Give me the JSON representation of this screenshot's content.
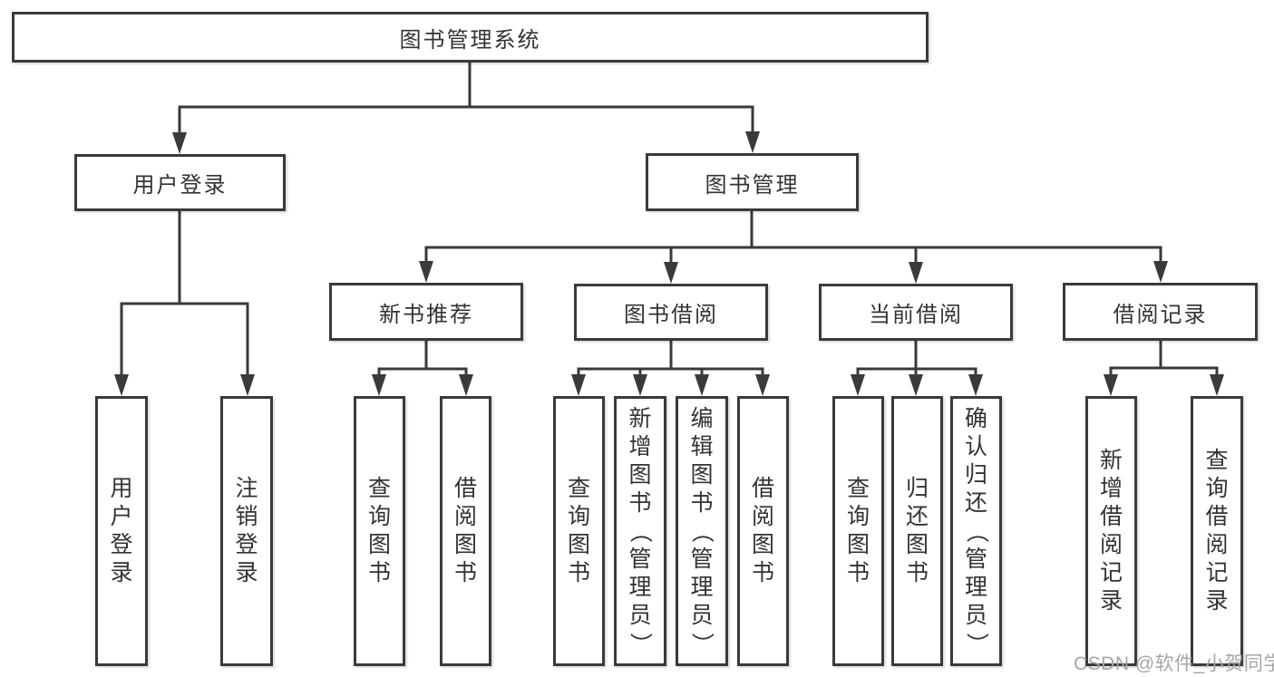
{
  "diagram": {
    "title": "图书管理系统",
    "nodes": {
      "root": {
        "label": "图书管理系统"
      },
      "branches": [
        {
          "label": "用户登录",
          "parent": "图书管理系统"
        },
        {
          "label": "图书管理",
          "parent": "图书管理系统"
        }
      ],
      "modules": [
        {
          "label": "新书推荐",
          "parent": "图书管理"
        },
        {
          "label": "图书借阅",
          "parent": "图书管理"
        },
        {
          "label": "当前借阅",
          "parent": "图书管理"
        },
        {
          "label": "借阅记录",
          "parent": "图书管理"
        }
      ],
      "leaves": [
        {
          "label": "用户登录",
          "parent": "用户登录"
        },
        {
          "label": "注销登录",
          "parent": "用户登录"
        },
        {
          "label": "查询图书",
          "parent": "新书推荐"
        },
        {
          "label": "借阅图书",
          "parent": "新书推荐"
        },
        {
          "label": "查询图书",
          "parent": "图书借阅"
        },
        {
          "label": "新增图书（管理员）",
          "parent": "图书借阅"
        },
        {
          "label": "编辑图书（管理员）",
          "parent": "图书借阅"
        },
        {
          "label": "借阅图书",
          "parent": "图书借阅"
        },
        {
          "label": "查询图书",
          "parent": "当前借阅"
        },
        {
          "label": "归还图书",
          "parent": "当前借阅"
        },
        {
          "label": "确认归还（管理员）",
          "parent": "当前借阅"
        },
        {
          "label": "新增借阅记录",
          "parent": "借阅记录"
        },
        {
          "label": "查询借阅记录",
          "parent": "借阅记录"
        }
      ]
    }
  },
  "watermark": {
    "text": "CSDN @软件_小贺同学"
  },
  "colors": {
    "line": "#3a3a3a",
    "border": "#3a3a3a",
    "text": "#333333",
    "background": "#ffffff",
    "watermark": "#a6a6a6"
  }
}
